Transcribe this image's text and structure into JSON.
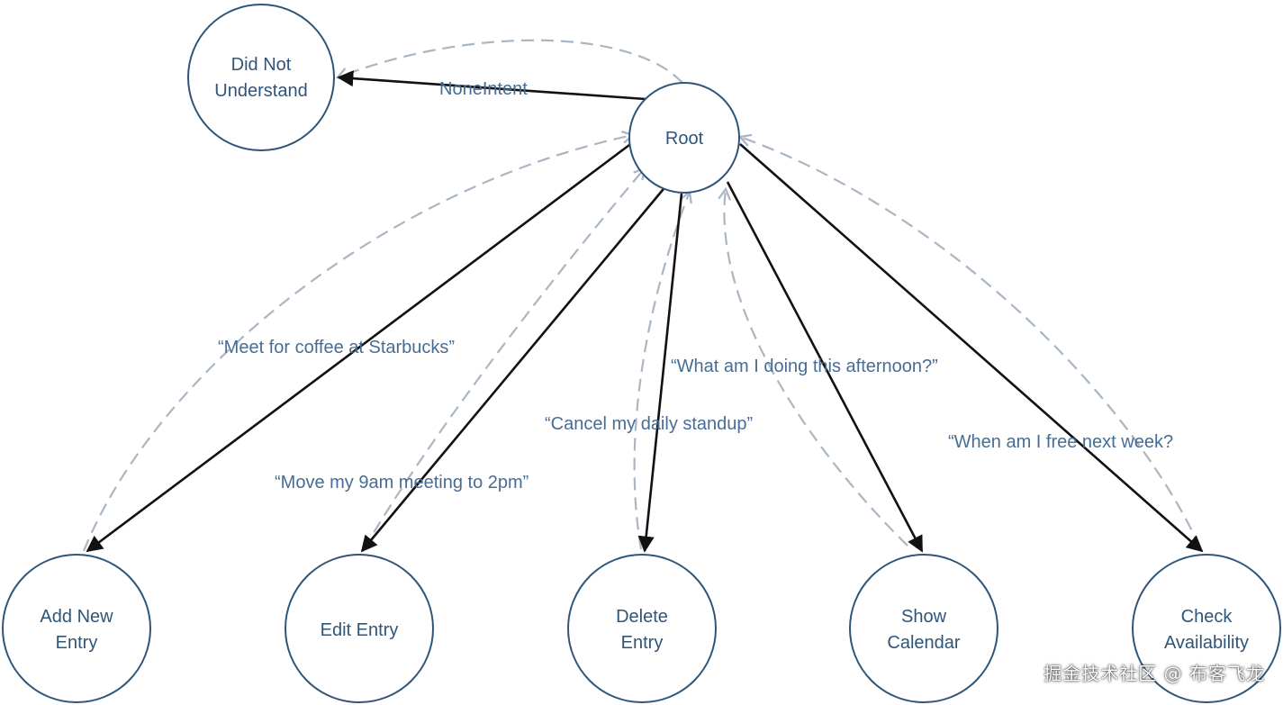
{
  "nodes": {
    "root": "Root",
    "did_not_understand": [
      "Did Not",
      "Understand"
    ],
    "add_new_entry": [
      "Add New",
      "Entry"
    ],
    "edit_entry": [
      "Edit Entry"
    ],
    "delete_entry": [
      "Delete",
      "Entry"
    ],
    "show_calendar": [
      "Show",
      "Calendar"
    ],
    "check_availability": [
      "Check",
      "Availability"
    ]
  },
  "edges": {
    "none_intent": "NoneIntent",
    "meet_coffee": "“Meet for coffee at Starbucks”",
    "move_meeting": "“Move my 9am meeting to 2pm”",
    "cancel_standup": "“Cancel my daily standup”",
    "what_doing": "“What am I doing this afternoon?”",
    "when_free": "“When am I free next week?"
  },
  "watermark": "掘金技术社区 @ 布客飞龙",
  "colors": {
    "node_stroke": "#2f5578",
    "node_text": "#2f5578",
    "edge_label": "#476d94",
    "solid_edge": "#111111",
    "dashed_edge": "#a9b6c3"
  }
}
